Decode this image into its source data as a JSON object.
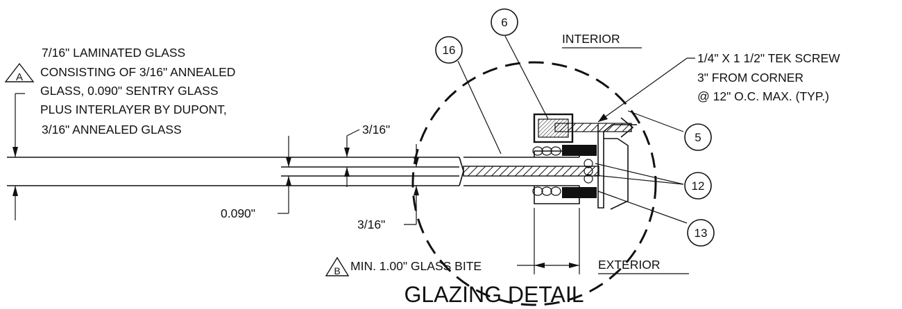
{
  "title": "GLAZING DETAIL",
  "labels": {
    "interior": "INTERIOR",
    "exterior": "EXTERIOR",
    "glass_note": [
      "7/16\" LAMINATED GLASS",
      "CONSISTING OF 3/16\" ANNEALED",
      "GLASS, 0.090\" SENTRY GLASS",
      "PLUS INTERLAYER BY DUPONT,",
      "3/16\" ANNEALED GLASS"
    ],
    "screw_note": [
      "1/4\" X 1 1/2\" TEK SCREW",
      "3\" FROM CORNER",
      "@ 12\" O.C. MAX. (TYP.)"
    ],
    "dim_top": "3/16\"",
    "dim_bottom": "3/16\"",
    "dim_interlayer": "0.090\"",
    "glass_bite": "MIN. 1.00\" GLASS BITE"
  },
  "revision_marks": {
    "a": "A",
    "b": "B"
  },
  "callouts": [
    "6",
    "16",
    "5",
    "12",
    "13"
  ]
}
